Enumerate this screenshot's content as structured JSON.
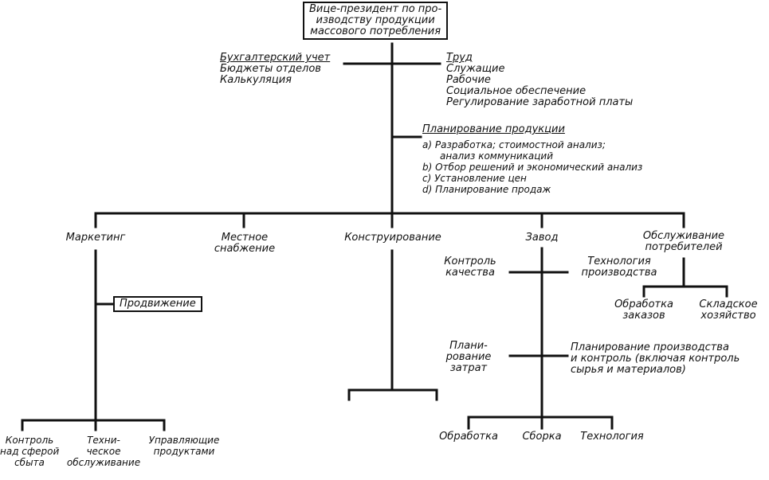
{
  "top": {
    "vp_lines": [
      "Вице-президент по про-",
      "изводству продукции",
      "массового потребления"
    ]
  },
  "staff": {
    "accounting": {
      "title": "Бухгалтерский учет",
      "items": [
        "Бюджеты отделов",
        "Калькуляция"
      ]
    },
    "labor": {
      "title": "Труд",
      "items": [
        "Служащие",
        "Рабочие",
        "Социальное обеспечение",
        "Регулирование заработной платы"
      ]
    },
    "planning": {
      "title": "Планирование продукции",
      "items": [
        "a) Разработка; стоимостной анализ;",
        "анализ коммуникаций",
        "b) Отбор решений и экономический анализ",
        "c) Установление цен",
        "d) Планирование продаж"
      ]
    }
  },
  "departments": {
    "marketing": {
      "title": "Маркетинг",
      "promotion": "Продвижение",
      "sub": [
        [
          "Контроль",
          "над сферой",
          "сбыта"
        ],
        [
          "Техни-",
          "ческое",
          "обслуживание"
        ],
        [
          "Управляющие",
          "продуктами"
        ]
      ]
    },
    "supply": {
      "title": [
        "Местное",
        "снабжение"
      ]
    },
    "design": {
      "title": "Конструирование"
    },
    "plant": {
      "title": "Завод",
      "quality": [
        "Контроль",
        "качества"
      ],
      "tech": [
        "Технология",
        "производства"
      ],
      "cost": [
        "Плани-",
        "рование",
        "затрат"
      ],
      "prodplan": [
        "Планирование производства",
        "и контроль (включая контроль",
        "сырья и материалов)"
      ],
      "bottom": [
        "Обработка",
        "Сборка",
        "Технология"
      ]
    },
    "service": {
      "title": [
        "Обслуживание",
        "потребителей"
      ],
      "sub": [
        [
          "Обработка",
          "заказов"
        ],
        [
          "Складское",
          "хозяйство"
        ]
      ]
    }
  }
}
